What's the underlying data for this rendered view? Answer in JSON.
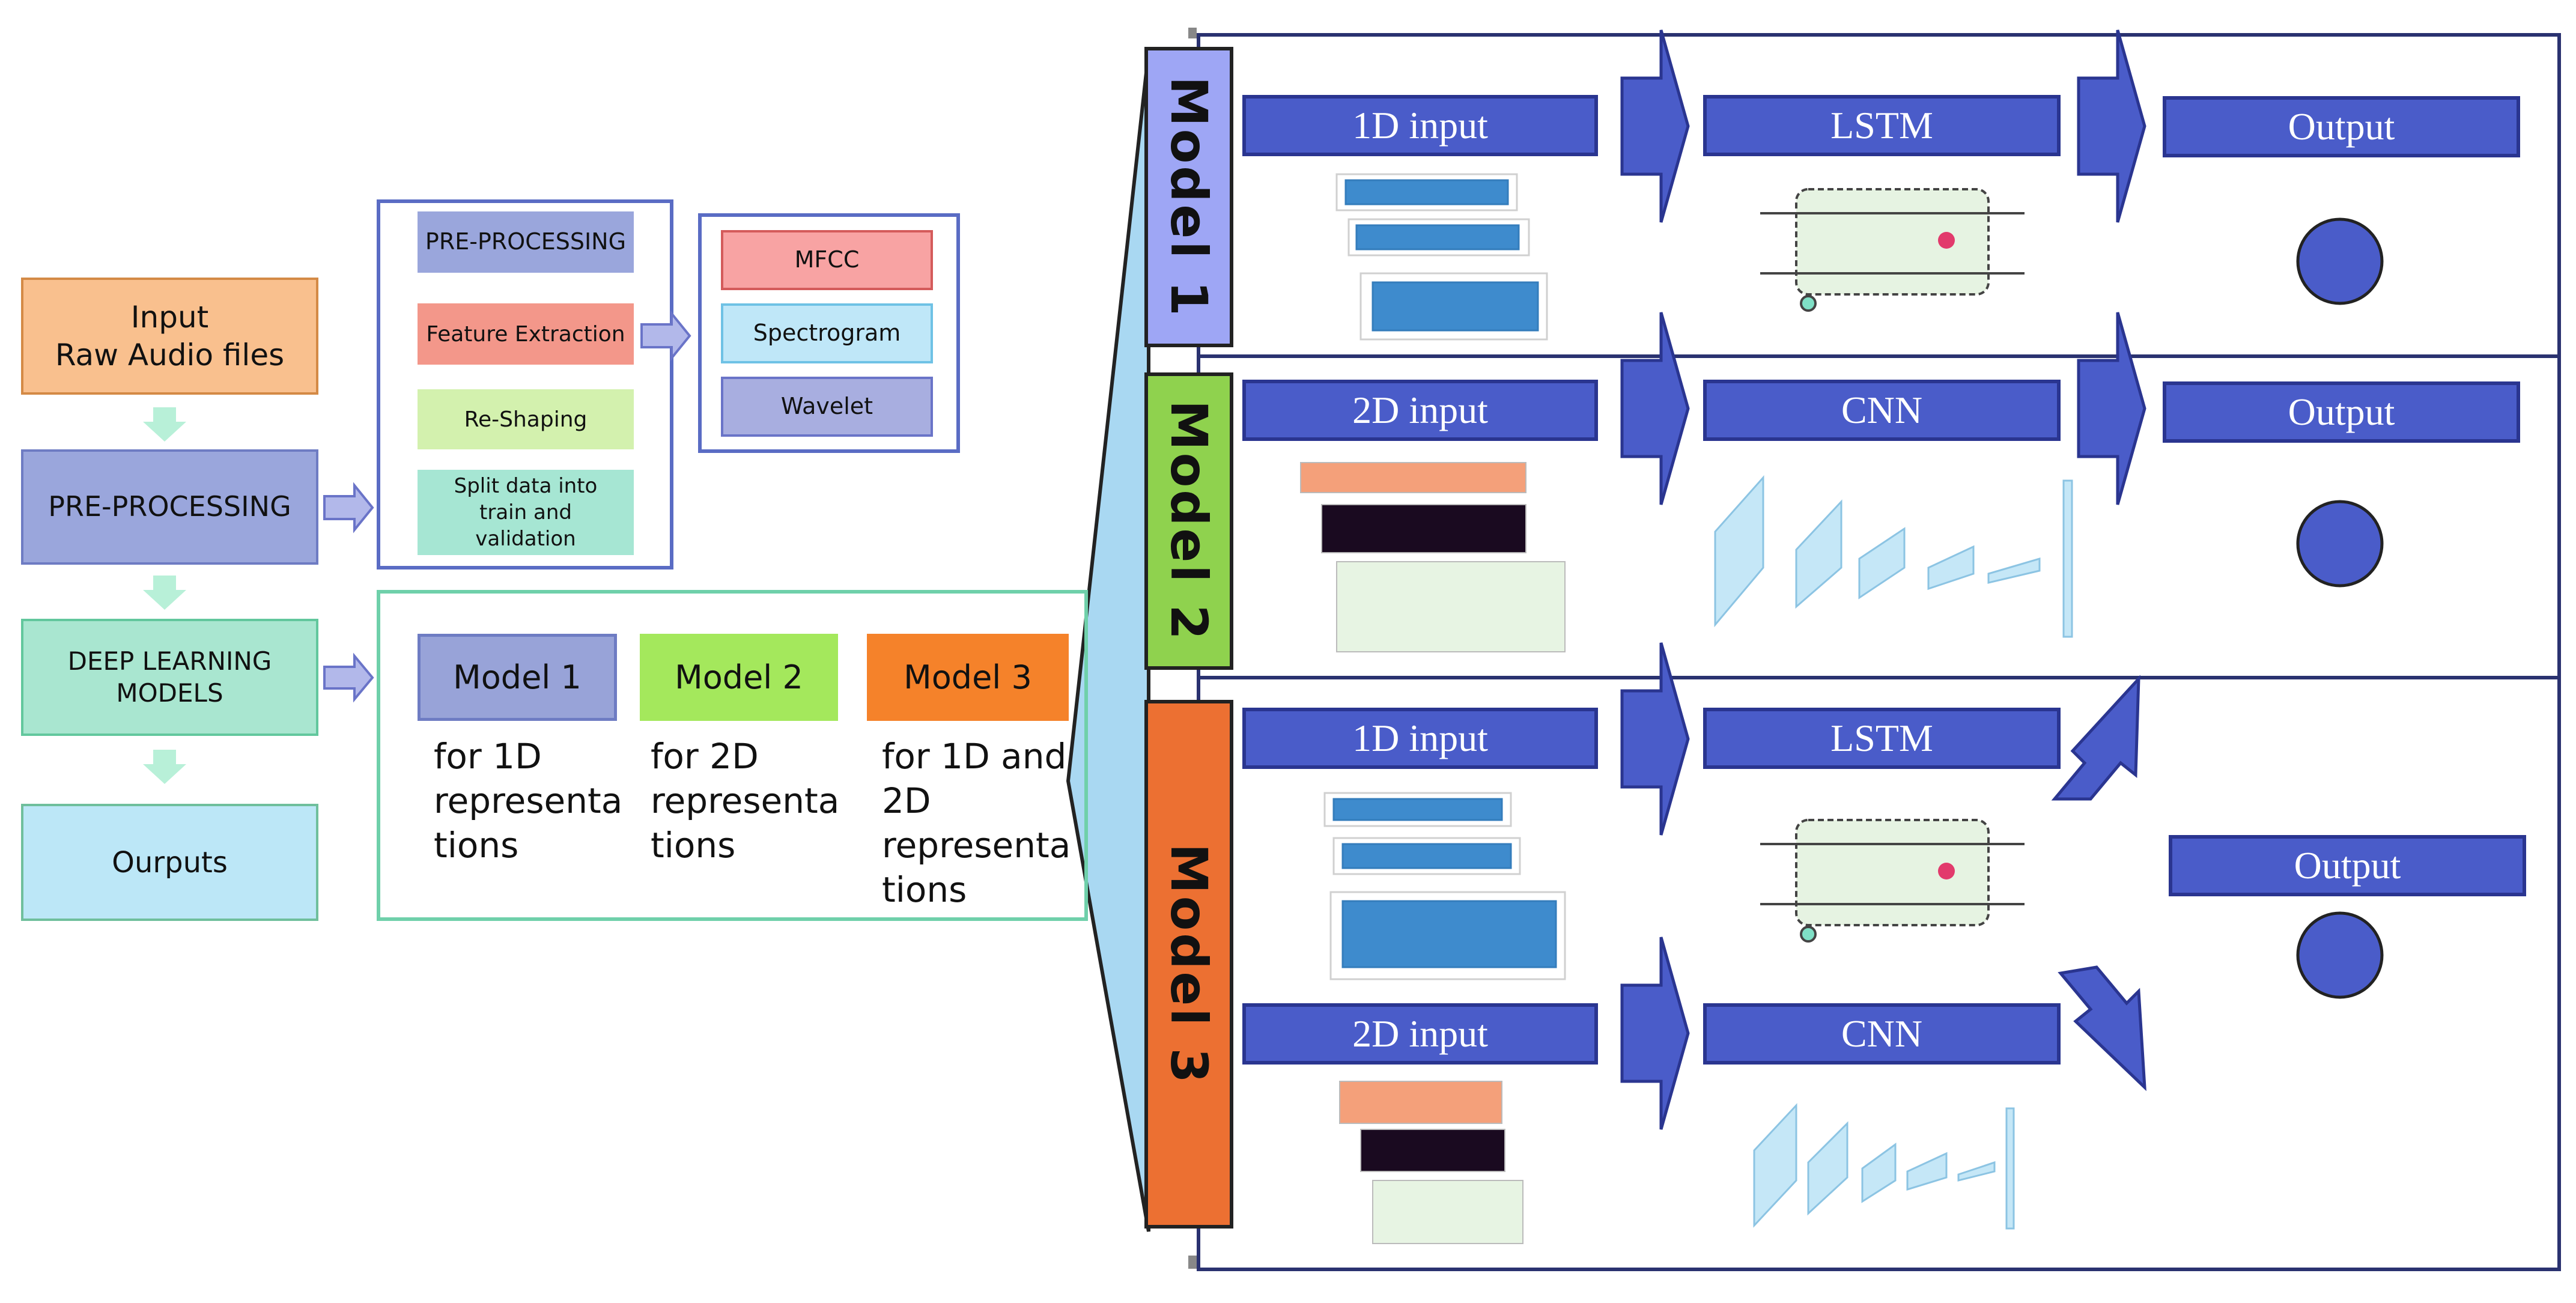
{
  "pipeline": {
    "input_label": "Input\nRaw Audio files",
    "preprocessing_label": "PRE-PROCESSING",
    "deep_learning_label": "DEEP LEARNING\nMODELS",
    "outputs_label": "Ourpu​ts"
  },
  "preprocessing_steps": {
    "preprocessing": "PRE-PROCESSING",
    "feature_extraction": "Feature Extraction",
    "reshaping": "Re-Shaping",
    "split": "Split data into\ntrain and\nvalidation"
  },
  "features": {
    "mfcc": "MFCC",
    "spectrogram": "Spectrogram",
    "wavelet": "Wavelet"
  },
  "models_summary": [
    {
      "label": "Model 1",
      "desc": "for 1D\nrepresenta\ntions",
      "color": "#98a3d8"
    },
    {
      "label": "Model 2",
      "desc": "for 2D\nrepresenta\ntions",
      "color": "#a4e85c"
    },
    {
      "label": "Model 3",
      "desc": "for 1D and\n2D\nrepresenta\ntions",
      "color": "#f5822a"
    }
  ],
  "architectures": {
    "model1": {
      "label": "Model 1",
      "input": "1D input",
      "network": "LSTM",
      "output": "Output"
    },
    "model2": {
      "label": "Model 2",
      "input": "2D input",
      "network": "CNN",
      "output": "Output"
    },
    "model3": {
      "label": "Model 3",
      "input_1d": "1D input",
      "network_1d": "LSTM",
      "input_2d": "2D input",
      "network_2d": "CNN",
      "output": "Output"
    }
  },
  "colors": {
    "input": "#f9c08e",
    "preprocessing": "#9aa6dc",
    "deep_learning": "#a9e6d0",
    "outputs": "#bce7f7",
    "feature_extraction": "#f3978a",
    "reshaping": "#d3f1ae",
    "split": "#a6e6d3",
    "mfcc": "#f8a3a3",
    "spectrogram": "#bfe7f8",
    "wavelet": "#a8aee0",
    "bar_blue": "#4a5cc9",
    "model1_vertical": "#9ea6f5",
    "model2_vertical": "#8fd24e",
    "model3_vertical": "#ec7032",
    "funnel": "#a9d8f2"
  }
}
